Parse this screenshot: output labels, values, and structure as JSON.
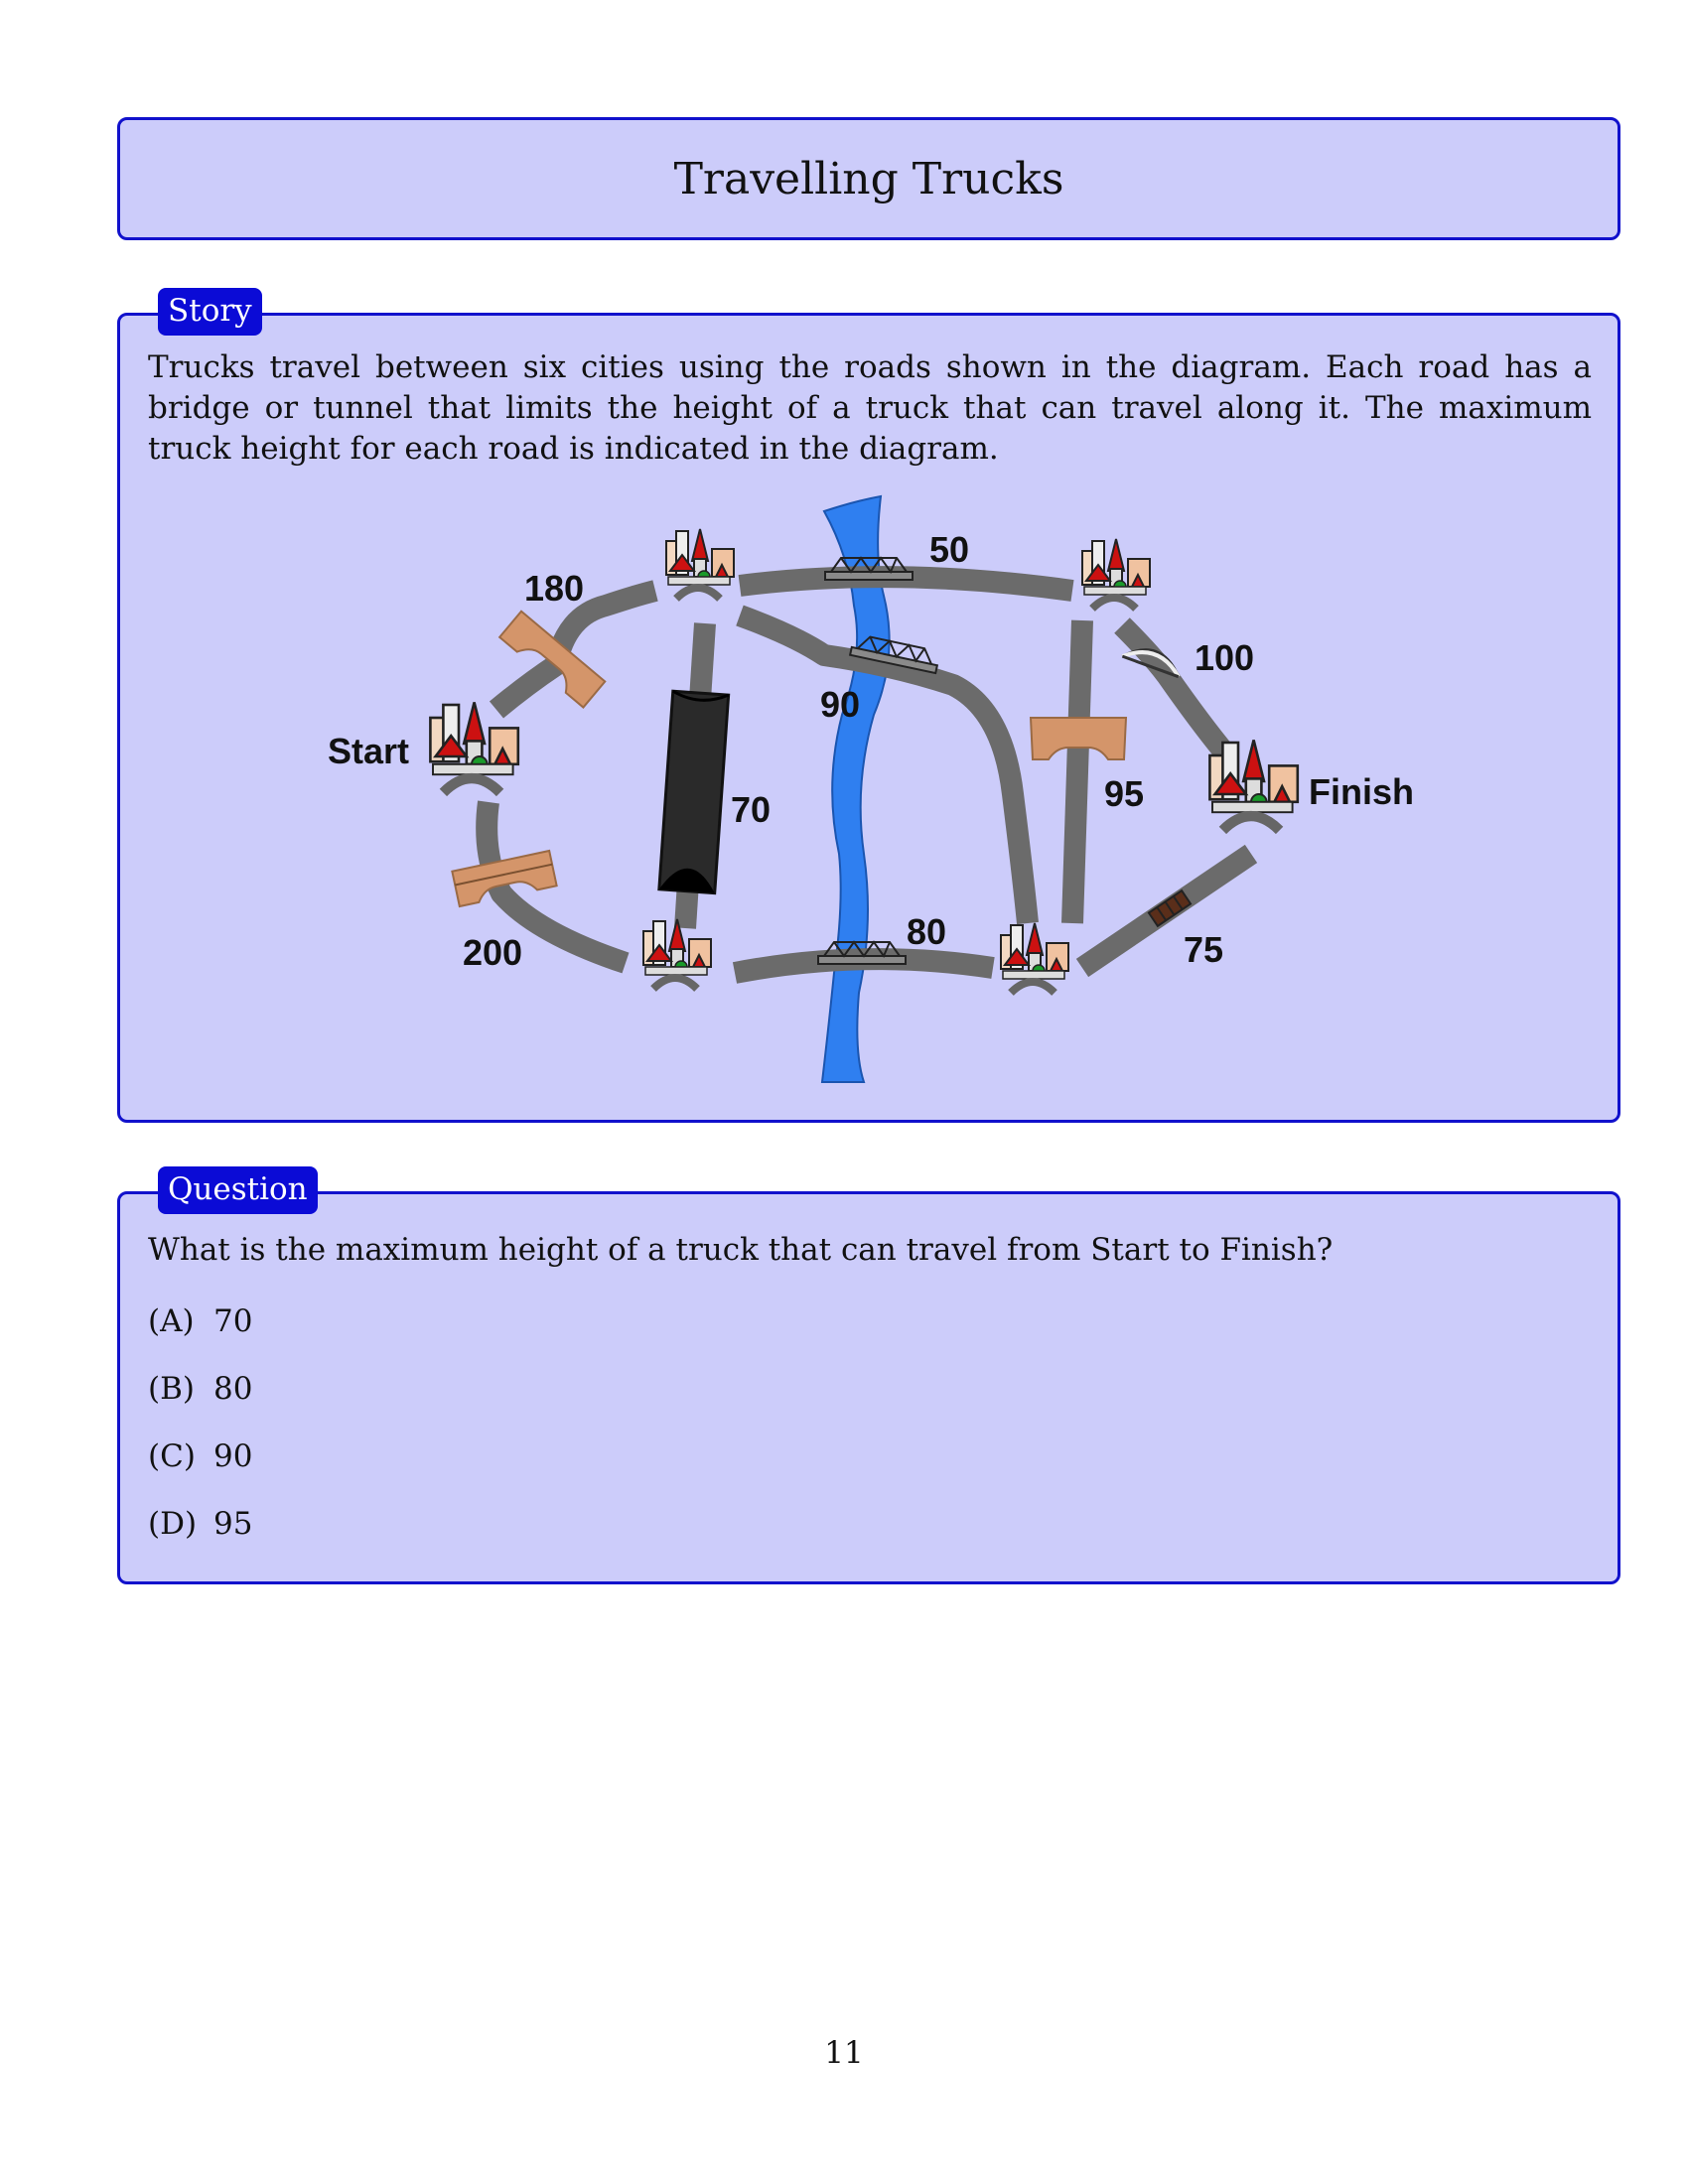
{
  "title": "Travelling Trucks",
  "story": {
    "tab_label": "Story",
    "text": "Trucks travel between six cities using the roads shown in the diagram. Each road has a bridge or tunnel that limits the height of a truck that can travel along it. The maximum truck height for each road is indicated in the diagram."
  },
  "diagram": {
    "start_label": "Start",
    "finish_label": "Finish",
    "road_labels": {
      "start_top": "180",
      "start_bottom": "200",
      "tunnel": "70",
      "top_bridge": "50",
      "diag_bridge": "90",
      "bottom_bridge": "80",
      "mid_vertical": "95",
      "right_top": "100",
      "right_bottom": "75"
    },
    "colors": {
      "river": "#2f7ff0",
      "road": "#6b6b6b",
      "wooden_bridge": "#d4956a",
      "tunnel": "#2a2a2a"
    }
  },
  "question": {
    "tab_label": "Question",
    "text": "What is the maximum height of a truck that can travel from Start to Finish?",
    "options": [
      {
        "label": "(A)",
        "value": "70"
      },
      {
        "label": "(B)",
        "value": "80"
      },
      {
        "label": "(C)",
        "value": "90"
      },
      {
        "label": "(D)",
        "value": "95"
      }
    ]
  },
  "page_number": "11"
}
